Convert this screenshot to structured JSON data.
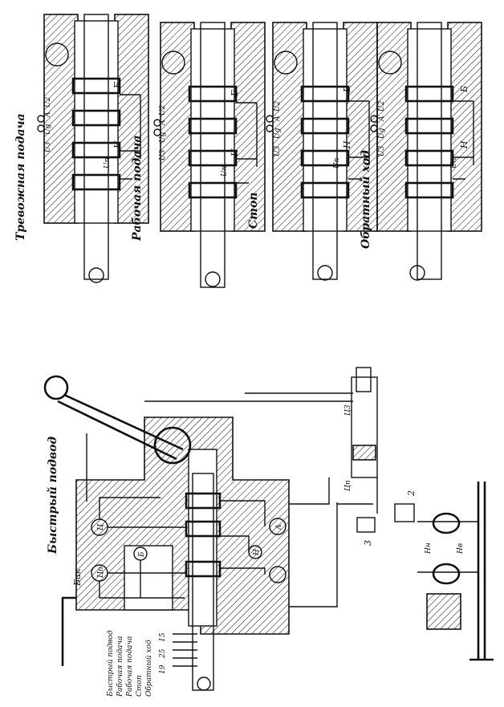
{
  "position_views": [
    {
      "title": "Тревожная подача",
      "labels": {
        "valve_u3": "U3",
        "valve_ug": "Ug",
        "a": "А",
        "u2": "U2",
        "b": "Б",
        "h": "Н",
        "up": "Uп"
      }
    },
    {
      "title": "Рабочая подача",
      "labels": {
        "valve_u3": "U3",
        "valve_ug": "Ug",
        "a": "А",
        "u2": "U2",
        "b": "Б",
        "h": "Н",
        "up": "Uп"
      }
    },
    {
      "title": "Стоп",
      "labels": {
        "valve_u3": "U3",
        "valve_ug": "Ug",
        "a": "А",
        "u2": "U2",
        "b": "Б",
        "h": "Н",
        "up": "Uп"
      }
    },
    {
      "title": "Обратный ход",
      "labels": {
        "valve_u3": "U3",
        "valve_ug": "Ug",
        "a": "А",
        "u2": "U2",
        "b": "Б",
        "h": "Н",
        "up": "Uп"
      }
    }
  ],
  "main_scheme": {
    "title": "Быстрый подвод",
    "label_bak": "Бак",
    "cylinder_label": "Ц3",
    "cylinder_port": "Цп",
    "circle_labels": [
      "Ц",
      "А",
      "Б",
      "Н",
      "Цп"
    ],
    "pump_labels": {
      "hn": "Нн",
      "hv": "Нв"
    },
    "valve_numbers": [
      "2",
      "3"
    ],
    "position_scale": [
      "Быстрый подвод",
      "Рабочая подача",
      "Рабочая подача",
      "Стоп",
      "Обратный ход"
    ],
    "scale_numbers": [
      "15",
      "25",
      "19"
    ]
  }
}
